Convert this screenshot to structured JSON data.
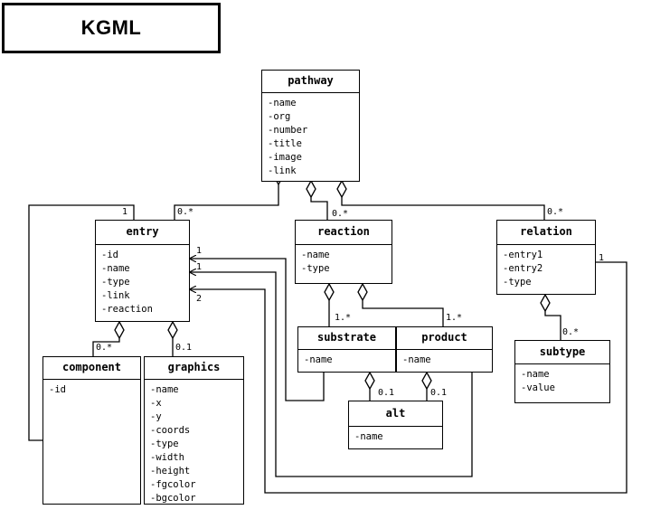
{
  "title": "KGML",
  "classes": {
    "pathway": {
      "name": "pathway",
      "attributes": [
        "-name",
        "-org",
        "-number",
        "-title",
        "-image",
        "-link"
      ]
    },
    "entry": {
      "name": "entry",
      "attributes": [
        "-id",
        "-name",
        "-type",
        "-link",
        "-reaction"
      ]
    },
    "reaction": {
      "name": "reaction",
      "attributes": [
        "-name",
        "-type"
      ]
    },
    "relation": {
      "name": "relation",
      "attributes": [
        "-entry1",
        "-entry2",
        "-type"
      ]
    },
    "component": {
      "name": "component",
      "attributes": [
        "-id"
      ]
    },
    "graphics": {
      "name": "graphics",
      "attributes": [
        "-name",
        "-x",
        "-y",
        "-coords",
        "-type",
        "-width",
        "-height",
        "-fgcolor",
        "-bgcolor"
      ]
    },
    "substrate": {
      "name": "substrate",
      "attributes": [
        "-name"
      ]
    },
    "product": {
      "name": "product",
      "attributes": [
        "-name"
      ]
    },
    "alt": {
      "name": "alt",
      "attributes": [
        "-name"
      ]
    },
    "subtype": {
      "name": "subtype",
      "attributes": [
        "-name",
        "-value"
      ]
    }
  },
  "multiplicities": {
    "pathway_entry": "0.*",
    "pathway_reaction": "0.*",
    "pathway_relation": "0.*",
    "component_entry": "1",
    "entry_component": "0.*",
    "entry_graphics": "0.1",
    "entry_substrate_ref": "1",
    "entry_product_ref": "1",
    "entry_relation_ref": "2",
    "relation_entry": "1",
    "reaction_substrate": "1.*",
    "reaction_product": "1.*",
    "substrate_alt": "0.1",
    "product_alt": "0.1",
    "relation_subtype": "0.*"
  }
}
